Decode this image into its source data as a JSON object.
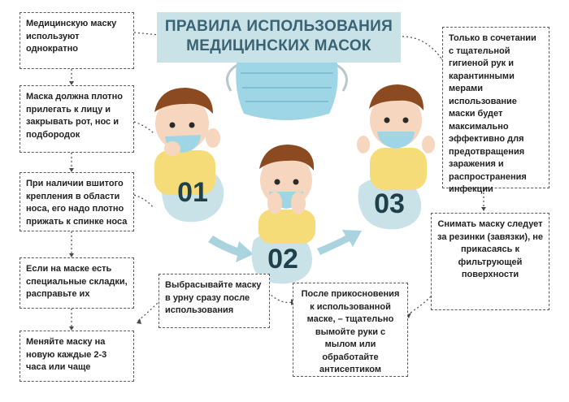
{
  "title": {
    "line1": "ПРАВИЛА ИСПОЛЬЗОВАНИЯ",
    "line2": "МЕДИЦИНСКИХ МАСОК"
  },
  "steps": [
    {
      "number": "01"
    },
    {
      "number": "02"
    },
    {
      "number": "03"
    }
  ],
  "tips_left": [
    "Медицинскую маску используют однократно",
    "Маска должна плотно прилегать к лицу и закрывать рот, нос и подбородок",
    "При наличии вшитого крепления в области носа, его надо плотно прижать к спинке носа",
    "Если на маске есть специальные складки, расправьте их",
    "Меняйте маску на новую каждые 2-3 часа или чаще"
  ],
  "tips_center": [
    "Выбрасывайте маску в урну сразу после использования",
    "После прикосновения к использованной маске, – тщательно вымойте руки с мылом или обработайте антисептиком"
  ],
  "tips_right": [
    "Только в сочетании с тщательной гигиеной рук и карантинными мерами использование маски будет максимально эффективно для предотвращения заражения и распространения инфекции",
    "Снимать маску следует за резинки (завязки), не прикасаясь к фильтрующей поверхности"
  ],
  "colors": {
    "accent": "#c9e2e8",
    "title": "#3a6373",
    "skin": "#f7d6bf",
    "hair": "#8b4a1f",
    "shirt": "#f6dc78",
    "mask": "#9fd6e6"
  }
}
